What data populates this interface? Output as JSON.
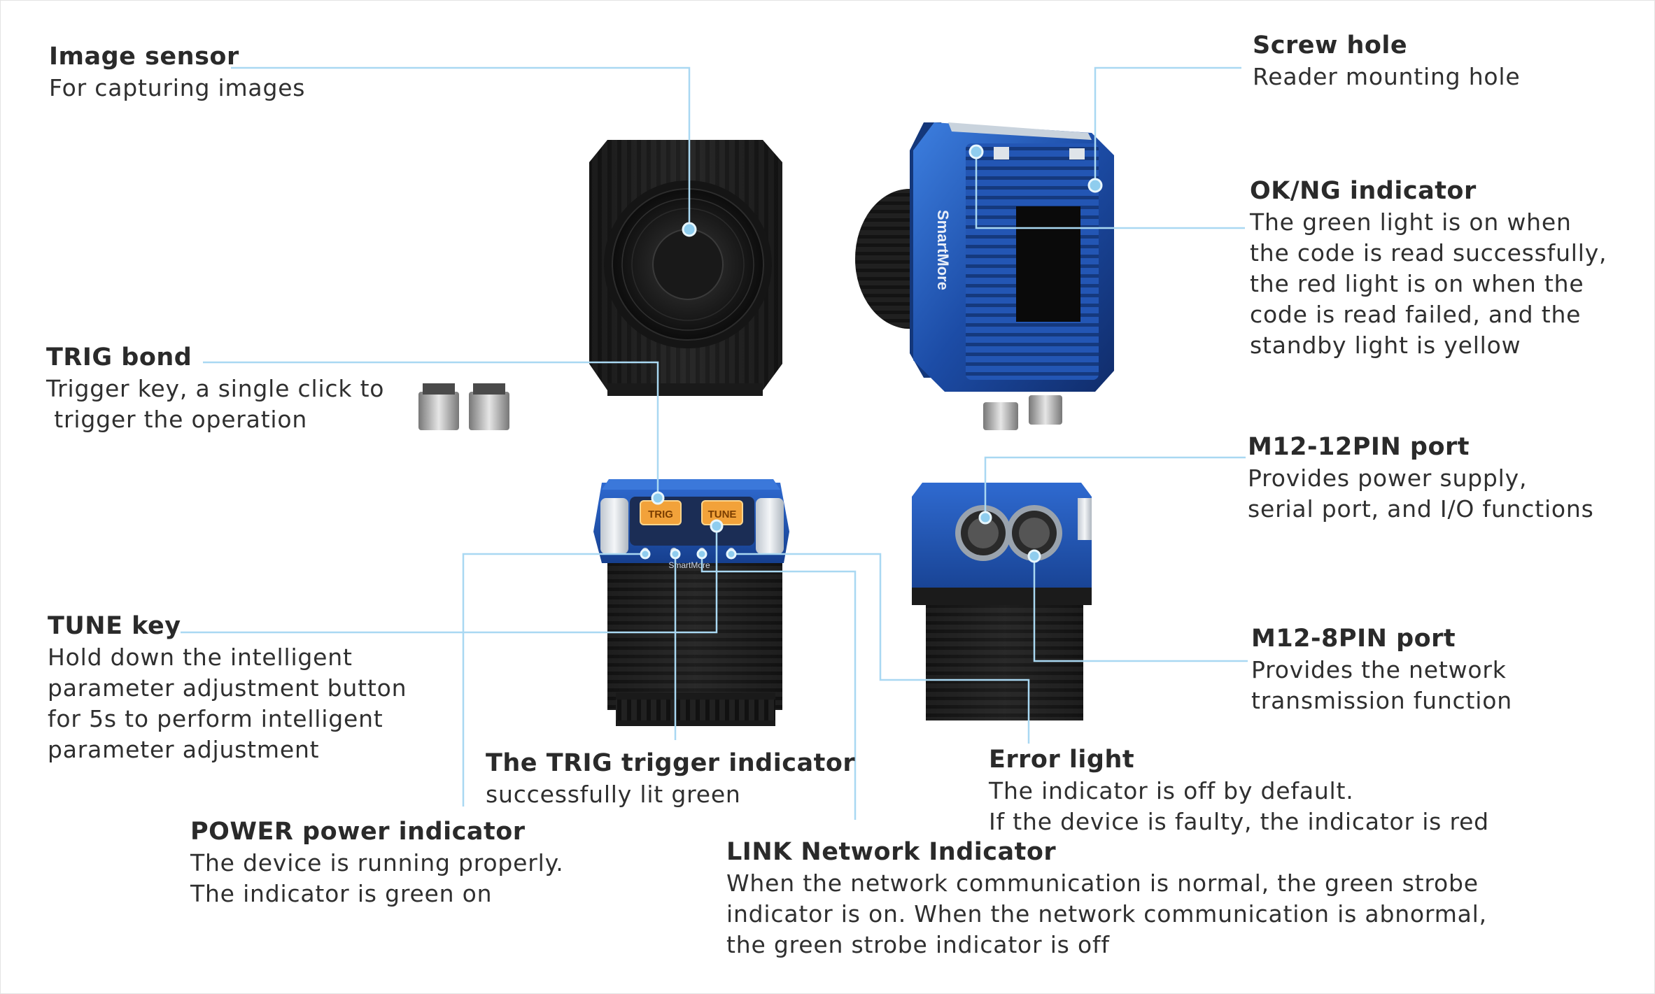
{
  "callouts": {
    "image_sensor": {
      "title": "Image sensor",
      "lines": [
        "For capturing images"
      ]
    },
    "screw_hole": {
      "title": "Screw hole",
      "lines": [
        "Reader mounting hole"
      ]
    },
    "ok_ng": {
      "title": "OK/NG indicator",
      "lines": [
        "The green light is on when",
        "the code is read successfully,",
        "the red light is on when the",
        "code is read failed, and the",
        "standby light is yellow"
      ]
    },
    "trig_bond": {
      "title": "TRIG bond",
      "lines": [
        "Trigger key, a single click to",
        " trigger the operation"
      ]
    },
    "m12_12pin": {
      "title": "M12-12PIN port",
      "lines": [
        "Provides power supply,",
        "serial port, and I/O functions"
      ]
    },
    "tune_key": {
      "title": "TUNE key",
      "lines": [
        "Hold down the intelligent",
        "parameter adjustment button",
        "for 5s to perform intelligent",
        "parameter adjustment"
      ]
    },
    "m12_8pin": {
      "title": "M12-8PIN port",
      "lines": [
        "Provides the network",
        "transmission function"
      ]
    },
    "trig_indicator": {
      "title": "The TRIG trigger indicator",
      "lines": [
        "successfully lit green"
      ]
    },
    "error_light": {
      "title": "Error light",
      "lines": [
        "The indicator is off by default.",
        "If the device is faulty, the indicator is red"
      ]
    },
    "power_indicator": {
      "title": "POWER power indicator",
      "lines": [
        "The device is running properly.",
        "The indicator is green on"
      ]
    },
    "link_indicator": {
      "title": "LINK Network Indicator",
      "lines": [
        "When the network communication is normal, the green strobe",
        "indicator is on. When the network communication is abnormal,",
        "the green strobe indicator is off"
      ]
    }
  },
  "device": {
    "brand": "SmartMore",
    "trig_button": "TRIG",
    "tune_button": "TUNE"
  },
  "colors": {
    "leader_line": "#a9d8f2",
    "housing_blue": "#1f4fa8",
    "housing_black": "#1c1c1c",
    "button_orange": "#f2a23a"
  }
}
